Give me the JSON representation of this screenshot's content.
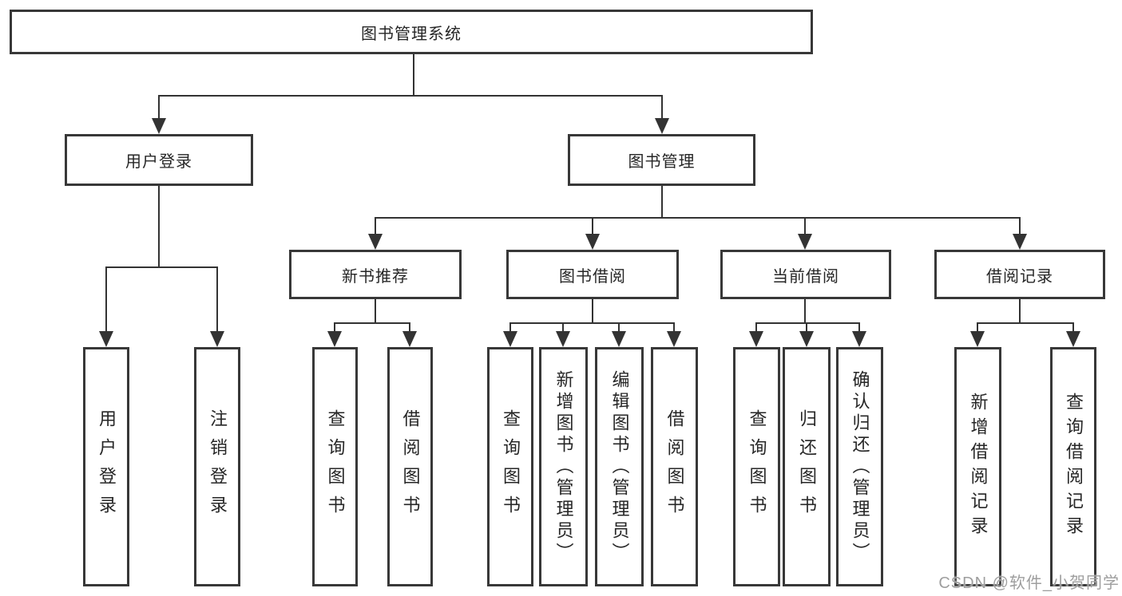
{
  "nodes": {
    "root": "图书管理系统",
    "level2": [
      "用户登录",
      "图书管理"
    ],
    "level3": [
      "新书推荐",
      "图书借阅",
      "当前借阅",
      "借阅记录"
    ],
    "leaves": [
      "用户登录",
      "注销登录",
      "查询图书",
      "借阅图书",
      "查询图书",
      "新增图书（管理员）",
      "编辑图书（管理员）",
      "借阅图书",
      "查询图书",
      "归还图书",
      "确认归还（管理员）",
      "新增借阅记录",
      "查询借阅记录"
    ]
  },
  "watermark": "CSDN @软件_小贺同学",
  "colors": {
    "line": "#333333",
    "border": "#383838",
    "text": "#262626",
    "watermark": "#9e9e9e",
    "background": "#ffffff"
  }
}
